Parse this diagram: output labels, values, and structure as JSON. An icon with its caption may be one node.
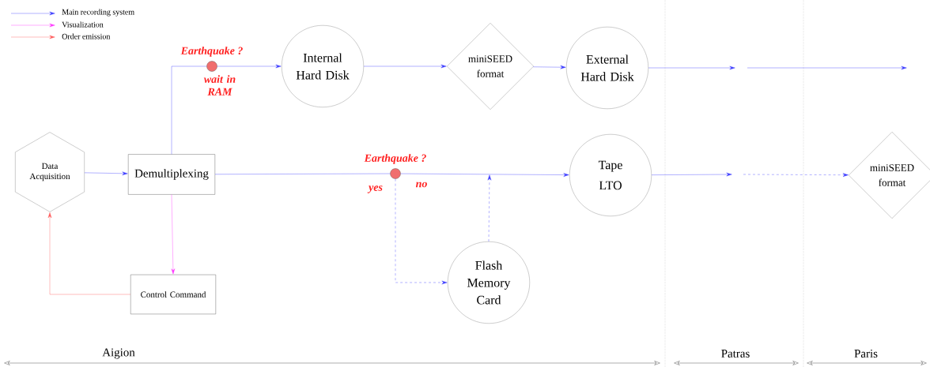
{
  "diagram": {
    "nodes": [
      {
        "text": [
          "Data Acquisition"
        ]
      },
      {
        "text": [
          "Demultiplexing"
        ]
      },
      {
        "text": [
          "Control Command"
        ]
      },
      {
        "text": [
          "Earthquake ?",
          "wait in RAM"
        ]
      },
      {
        "text": [
          "Internal Hard Disk"
        ]
      },
      {
        "text": [
          "miniSEED format"
        ]
      },
      {
        "text": [
          "External Hard Disk"
        ]
      },
      {
        "text": [
          "Earthquake ?"
        ]
      },
      {
        "text": [
          "Tape LTO"
        ]
      },
      {
        "text": [
          "Flash Memory Card"
        ]
      },
      {
        "text": [
          "miniSEED format"
        ]
      }
    ],
    "edges": [
      {
        "from": 0,
        "to": 1,
        "arrow": "to"
      },
      {
        "from": 1,
        "to": 3,
        "arrow": "none"
      },
      {
        "from": 3,
        "to": 4,
        "arrow": "to"
      },
      {
        "from": 4,
        "to": 5,
        "arrow": "to"
      },
      {
        "from": 5,
        "to": 6,
        "arrow": "to"
      },
      {
        "from": 6,
        "to": null,
        "arrow": "to"
      },
      {
        "from": 1,
        "to": 7,
        "arrow": "none"
      },
      {
        "from": 7,
        "to": 8,
        "arrow": "to",
        "label": "no"
      },
      {
        "from": 7,
        "to": 9,
        "arrow": "to",
        "label": "yes",
        "style": "dashed"
      },
      {
        "from": 9,
        "to": null,
        "arrow": "to",
        "style": "dashed"
      },
      {
        "from": 1,
        "to": 2,
        "arrow": "to",
        "color": "#ff33ff"
      },
      {
        "from": 2,
        "to": 0,
        "arrow": "to",
        "color": "#ff5a5a"
      },
      {
        "from": 8,
        "to": null,
        "arrow": "to"
      },
      {
        "from": null,
        "to": 10,
        "arrow": "to",
        "style": "dashed"
      }
    ],
    "labels": [
      "Aigion",
      "Patras",
      "Paris"
    ],
    "legend": [
      {
        "text": "Main recording system"
      },
      {
        "text": "Visualization"
      },
      {
        "text": "Order emission"
      }
    ]
  }
}
